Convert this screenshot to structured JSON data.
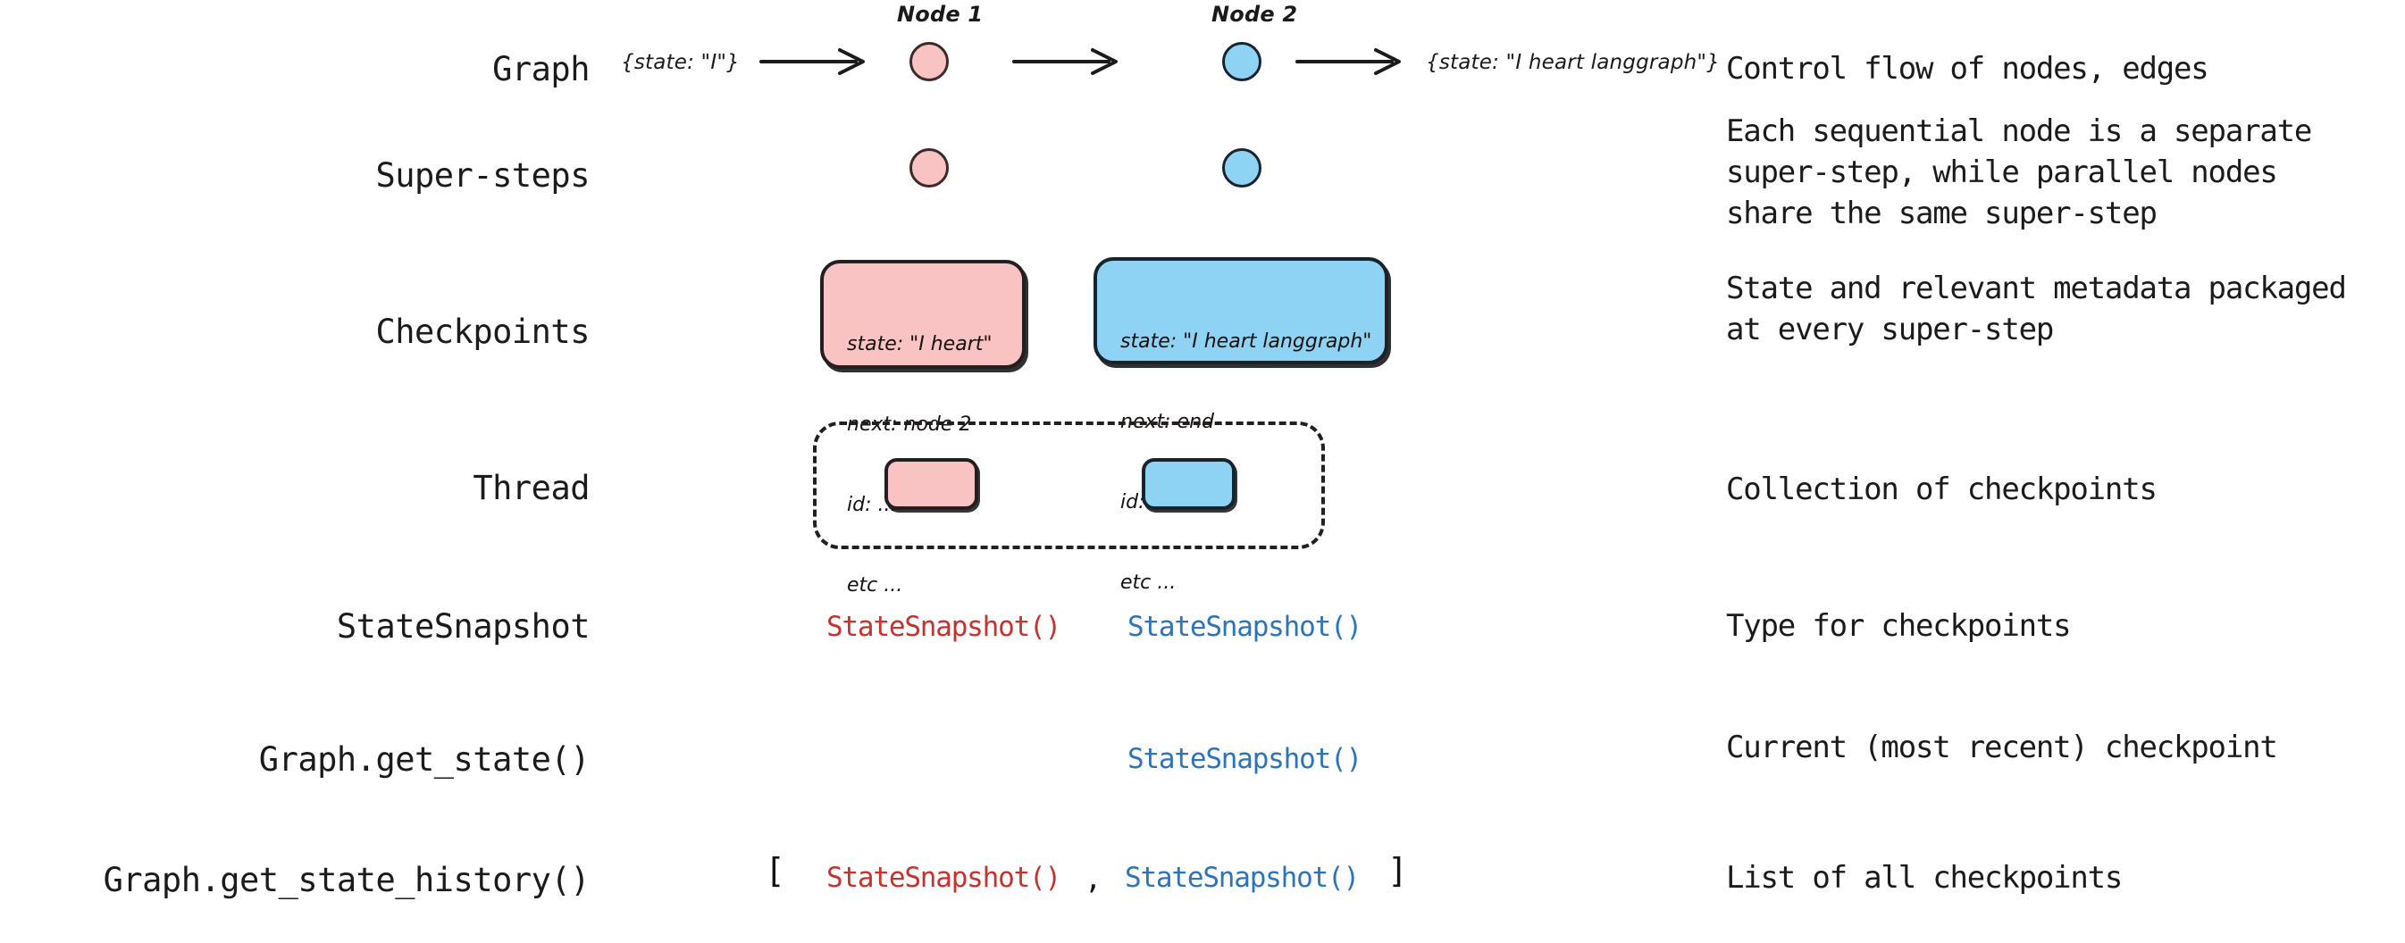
{
  "rows": [
    {
      "label": "Graph",
      "description": "Control flow of nodes, edges"
    },
    {
      "label": "Super-steps",
      "description": "Each sequential node is a separate\nsuper-step, while parallel nodes\nshare the same super-step"
    },
    {
      "label": "Checkpoints",
      "description": "State and relevant metadata packaged\nat every super-step"
    },
    {
      "label": "Thread",
      "description": "Collection of checkpoints"
    },
    {
      "label": "StateSnapshot",
      "description": "Type for checkpoints"
    },
    {
      "label": "Graph.get_state()",
      "description": "Current (most recent) checkpoint"
    },
    {
      "label": "Graph.get_state_history()",
      "description": "List of all checkpoints"
    }
  ],
  "graph_row": {
    "input_state": "{state: \"I\"}",
    "output_state": "{state: \"I heart langgraph\"}",
    "node1_title": "Node 1",
    "node2_title": "Node 2"
  },
  "checkpoints": {
    "node1": {
      "state": "state: \"I heart\"",
      "next": "next: node 2",
      "id": "id: ...",
      "etc": "etc ..."
    },
    "node2": {
      "state": "state: \"I heart langgraph\"",
      "next": "next: end",
      "id": "id: ...",
      "etc": "etc ..."
    }
  },
  "snapshots": {
    "label": "StateSnapshot()",
    "open_bracket": "[",
    "close_bracket": "]",
    "separator": ","
  },
  "colors": {
    "pink_fill": "#f9c3c3",
    "blue_fill": "#8ed2f4",
    "snapshot_red": "#c6332e",
    "snapshot_blue": "#2d74b9",
    "ink": "#231f20"
  }
}
